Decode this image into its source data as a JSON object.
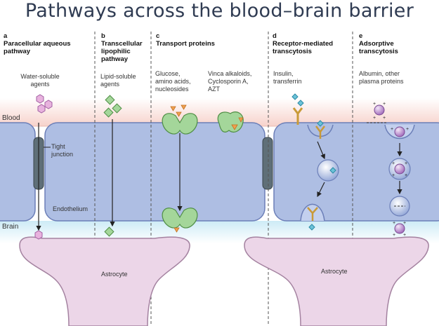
{
  "title": "Pathways across the blood–brain barrier",
  "panels": [
    {
      "letter": "a",
      "title_lines": [
        "Paracellular aqueous",
        "pathway"
      ],
      "agent_lines": [
        "Water-soluble",
        "agents"
      ]
    },
    {
      "letter": "b",
      "title_lines": [
        "Transcellular",
        "lipophilic",
        "pathway"
      ],
      "agent_lines": [
        "Lipid-soluble",
        "agents"
      ]
    },
    {
      "letter": "c",
      "title_lines": [
        "Transport proteins"
      ],
      "agent_lines": [
        "Glucose,",
        "amino acids,",
        "nucleosides"
      ],
      "agent2_lines": [
        "Vinca alkaloids,",
        "Cyclosporin A,",
        "AZT"
      ]
    },
    {
      "letter": "d",
      "title_lines": [
        "Receptor-mediated",
        "transcytosis"
      ],
      "agent_lines": [
        "Insulin,",
        "transferrin"
      ]
    },
    {
      "letter": "e",
      "title_lines": [
        "Adsorptive",
        "transcytosis"
      ],
      "agent_lines": [
        "Albumin, other",
        "plasma proteins"
      ]
    }
  ],
  "labels": {
    "blood": "Blood",
    "brain": "Brain",
    "tight_junction": [
      "Tight",
      "junction"
    ],
    "endothelium": "Endothelium",
    "astrocyte_left": "Astrocyte",
    "astrocyte_right": "Astrocyte"
  },
  "colors": {
    "blood_band": "#f9d9d3",
    "brain_band": "#d4eef7",
    "cell_fill": "#aebee3",
    "cell_edge": "#6c7fb8",
    "astrocyte_fill": "#ecd6e8",
    "astrocyte_edge": "#a482a0"
  }
}
